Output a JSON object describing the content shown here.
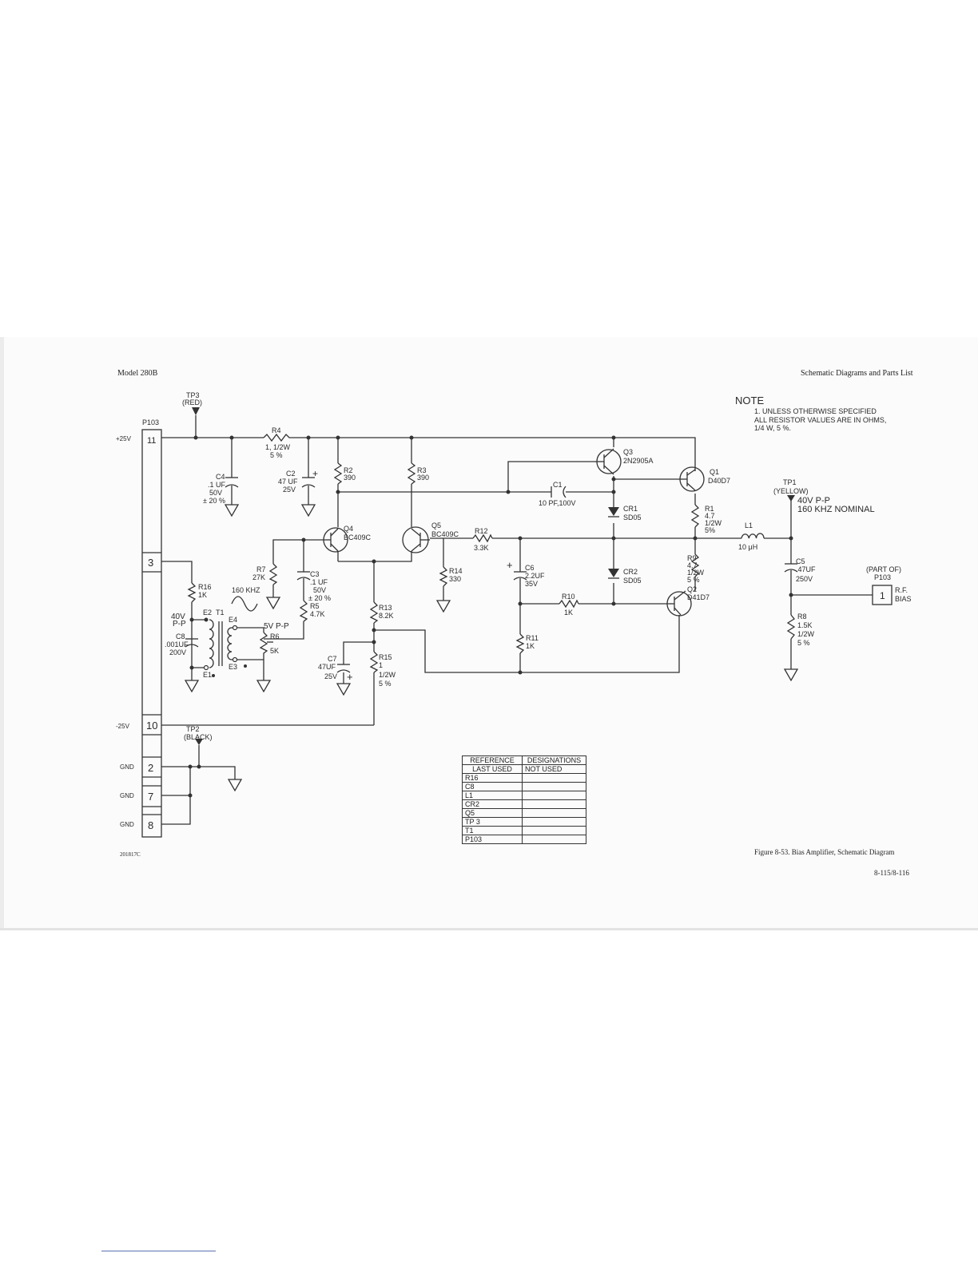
{
  "header": {
    "left": "Model 280B",
    "right": "Schematic Diagrams and Parts List"
  },
  "footer": {
    "drawing_number": "201817C",
    "caption": "Figure 8-53.  Bias Amplifier, Schematic Diagram",
    "page_numbers": "8-115/8-116"
  },
  "note": {
    "title": "NOTE",
    "line1": "1. UNLESS  OTHERWISE  SPECIFIED",
    "line2": "ALL  RESISTOR   VALUES  ARE  IN  OHMS,",
    "line3": "1/4  W,  5 %."
  },
  "connector": {
    "name": "P103",
    "pins": [
      {
        "num": "11",
        "label": "+25V"
      },
      {
        "num": "3",
        "label": ""
      },
      {
        "num": "10",
        "label": "-25V"
      },
      {
        "num": "2",
        "label": "GND"
      },
      {
        "num": "7",
        "label": "GND"
      },
      {
        "num": "8",
        "label": "GND"
      }
    ]
  },
  "test_points": {
    "tp3": {
      "name": "TP3",
      "color": "(RED)"
    },
    "tp2": {
      "name": "TP2",
      "color": "(BLACK)"
    },
    "tp1": {
      "name": "TP1",
      "color": "(YELLOW)",
      "v": "40V P-P",
      "f": "160 KHZ NOMINAL"
    }
  },
  "components": {
    "r4": {
      "ref": "R4",
      "value": "1, 1/2W",
      "tol": "5 %"
    },
    "c4": {
      "ref": "C4",
      "v1": ".1 UF",
      "v2": "50V",
      "v3": "± 20 %"
    },
    "c2": {
      "ref": "C2",
      "v1": "47 UF",
      "v2": "25V"
    },
    "r2": {
      "ref": "R2",
      "value": "390"
    },
    "r3": {
      "ref": "R3",
      "value": "390"
    },
    "q3": {
      "ref": "Q3",
      "value": "2N2905A"
    },
    "q1": {
      "ref": "Q1",
      "value": "D40D7"
    },
    "c1": {
      "ref": "C1",
      "value": "10 PF,100V"
    },
    "cr1": {
      "ref": "CR1",
      "value": "SD05"
    },
    "r1": {
      "ref": "R1",
      "v1": "4.7",
      "v2": "1/2W",
      "v3": "5%"
    },
    "l1": {
      "ref": "L1",
      "value": "10 μH"
    },
    "q4": {
      "ref": "Q4",
      "value": "BC409C"
    },
    "q5": {
      "ref": "Q5",
      "value": "BC409C"
    },
    "r12": {
      "ref": "R12",
      "value": "3.3K"
    },
    "r7": {
      "ref": "R7",
      "value": "27K"
    },
    "c3": {
      "ref": "C3",
      "v1": ".1 UF",
      "v2": "50V",
      "v3": "± 20 %"
    },
    "r5": {
      "ref": "R5",
      "value": "4.7K"
    },
    "r14": {
      "ref": "R14",
      "value": "330"
    },
    "c6": {
      "ref": "C6",
      "v1": "2.2UF",
      "v2": "35V"
    },
    "cr2": {
      "ref": "CR2",
      "value": "SD05"
    },
    "r9": {
      "ref": "R9",
      "v1": "4.7",
      "v2": "1/2W",
      "v3": "5 %"
    },
    "q2": {
      "ref": "Q2",
      "value": "D41D7"
    },
    "c5": {
      "ref": "C5",
      "v1": ".47UF",
      "v2": "250V"
    },
    "r16": {
      "ref": "R16",
      "value": "1K"
    },
    "t1": {
      "ref": "T1",
      "e1": "E1",
      "e2": "E2",
      "e3": "E3",
      "e4": "E4",
      "freq": "160 KHZ",
      "v_in": "40V",
      "v_in2": "P-P",
      "v_out": "5V P-P"
    },
    "c8": {
      "ref": "C8",
      "v1": ".001UF",
      "v2": "200V"
    },
    "r6": {
      "ref": "R6",
      "value": "5K"
    },
    "r13": {
      "ref": "R13",
      "value": "8.2K"
    },
    "r10": {
      "ref": "R10",
      "value": "1K"
    },
    "r11": {
      "ref": "R11",
      "value": "1K"
    },
    "c7": {
      "ref": "C7",
      "v1": "47UF",
      "v2": "25V"
    },
    "r15": {
      "ref": "R15",
      "v1": "1",
      "v2": "1/2W",
      "v3": "5 %"
    },
    "r8": {
      "ref": "R8",
      "v1": "1.5K",
      "v2": "1/2W",
      "v3": "5 %"
    }
  },
  "output": {
    "part_of": "(PART OF)",
    "connector": "P103",
    "pin": "1",
    "label1": "R.F.",
    "label2": "BIAS"
  },
  "ref_table": {
    "title1": "REFERENCE",
    "title2": "DESIGNATIONS",
    "col1": "LAST USED",
    "col2": "NOT USED",
    "rows": [
      "R16",
      "C8",
      "L1",
      "CR2",
      "Q5",
      "TP 3",
      "T1",
      "P103"
    ]
  }
}
